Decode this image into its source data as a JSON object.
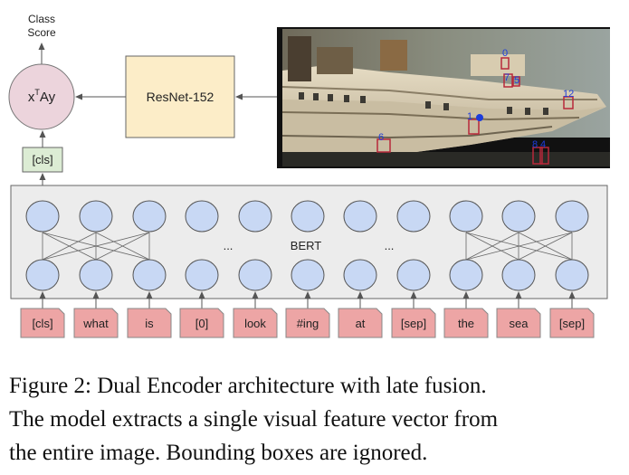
{
  "class_score": [
    "Class",
    "Score"
  ],
  "score_fn": {
    "base": "x",
    "sup": "T",
    "rest": "Ay"
  },
  "resnet": "ResNet-152",
  "cls_box": "[cls]",
  "bert": {
    "label": "BERT",
    "ellipsis": "..."
  },
  "tokens": [
    "[cls]",
    "what",
    "is",
    "[0]",
    "look",
    "#ing",
    "at",
    "[sep]",
    "the",
    "sea",
    "[sep]"
  ],
  "bbox_labels": [
    "0",
    "7",
    "5",
    "12",
    "1",
    "6",
    "8",
    "4"
  ],
  "caption": [
    "Figure 2:  Dual Encoder architecture with late fusion.",
    "The model extracts a single visual feature vector from",
    "the entire image.  Bounding boxes are ignored."
  ],
  "colors": {
    "node_fill": "#c8d8f4",
    "score_fill": "#ecd4dc",
    "resnet_fill": "#fcedc8",
    "cls_fill": "#dcecd4",
    "token_fill": "#eda5a5",
    "bert_panel": "#ececec",
    "bbox": "#b8283a",
    "bbox_label": "#1c3cdc"
  }
}
